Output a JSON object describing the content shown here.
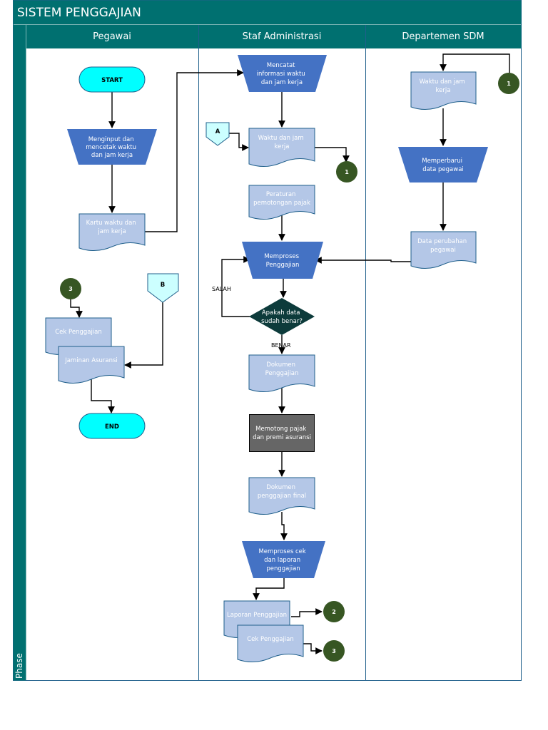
{
  "title": "SISTEM PENGGAJIAN",
  "phase_label": "Phase",
  "lanes": {
    "pegawai": "Pegawai",
    "staf": "Staf Administrasi",
    "sdm": "Departemen SDM"
  },
  "nodes": {
    "start": "START",
    "menginput": [
      "Menginput dan",
      "mencetak waktu",
      "dan jam kerja"
    ],
    "kartu": [
      "Kartu waktu dan",
      "jam kerja"
    ],
    "cek_pegawai": [
      "Cek Penggajian"
    ],
    "jaminan": [
      "Jaminan Asuransi"
    ],
    "end": "END",
    "mencatat": [
      "Mencatat",
      "informasi waktu",
      "dan jam kerja"
    ],
    "waktu_staf": [
      "Waktu dan jam",
      "kerja"
    ],
    "peraturan": [
      "Peraturan",
      "pemotongan pajak"
    ],
    "memproses": [
      "Memproses",
      "Penggajian"
    ],
    "apakah": [
      "Apakah data",
      "sudah  benar?"
    ],
    "dokumen": [
      "Dokumen",
      "Penggajian"
    ],
    "memotong": [
      "Memotong pajak",
      "dan premi asuransi"
    ],
    "dokumen_final": [
      "Dokumen",
      "penggajian final"
    ],
    "memproses_cek": [
      "Memproses cek",
      "dan laporan",
      "penggajian"
    ],
    "laporan": [
      "Laporan Penggajian"
    ],
    "cek_staf": [
      "Cek Penggajian"
    ],
    "waktu_sdm": [
      "Waktu dan jam",
      "kerja"
    ],
    "memperbarui": [
      "Memperbarui",
      "data pegawai"
    ],
    "data_perubahan": [
      "Data perubahan",
      "pegawai"
    ]
  },
  "connectors": {
    "c1_a": "1",
    "c1_b": "1",
    "c2": "2",
    "c3_a": "3",
    "c3_b": "3",
    "offpage_a": "A",
    "offpage_b": "B"
  },
  "flow_labels": {
    "salah": "SALAH",
    "benar": "BENAR"
  },
  "colors": {
    "header": "#007070",
    "border": "#1f5f8b",
    "process": "#4472c4",
    "document": "#b4c7e7",
    "terminal": "#00ffff",
    "connector": "#375623",
    "offpage": "#ccffff",
    "decision": "#0d3b3b",
    "process_dark": "#666666"
  }
}
